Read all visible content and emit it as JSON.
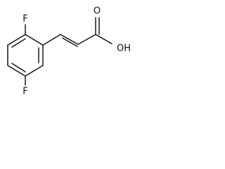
{
  "molecule": {
    "atoms": {
      "fluorine_top": "F",
      "fluorine_bottom": "F",
      "carbonyl_oxygen": "O",
      "hydroxyl": "OH"
    }
  }
}
